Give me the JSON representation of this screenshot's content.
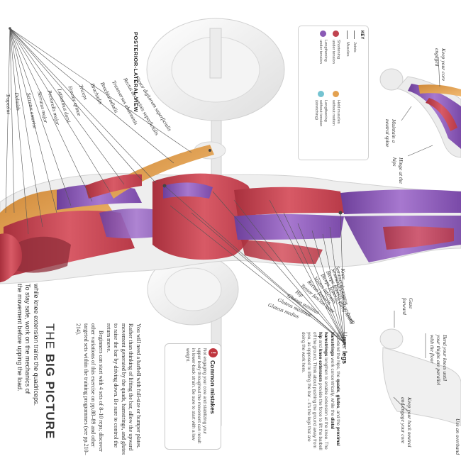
{
  "intro": {
    "lines": [
      "while knee extension trains the quadriceps.",
      "To stay safe, work on the mechanics of",
      "the movement before upping the load."
    ]
  },
  "big_picture": {
    "title_a": "THE ",
    "title_b": "BIG PICTURE",
    "paragraphs": [
      "You will need a barbell with full-size or bumper plates. Rather than thinking of lifting the bar, allow the upward movement generated by the quads, hamstrings, and glutes to raise the bar by driving down. Be sure to control the return move.",
      "Beginners can start with 4 sets of 8–10 reps; discover other variations of this exercise on pp.88–89 and other targeted sets within the training programmes (see pp.210–214)."
    ]
  },
  "common_mistakes": {
    "icon": "!",
    "title": "Common mistakes",
    "text": "Not engaging your core and stabilizing your upper body throughout the movement can result in lower-back strain. Be sure to start with a low weight."
  },
  "upper_legs": {
    "heading_a": "Upper ",
    "heading_b": "legs",
    "parts": [
      {
        "t": "To extend the hips, the ",
        "b": false
      },
      {
        "t": "quads",
        "b": true
      },
      {
        "t": ", ",
        "b": false
      },
      {
        "t": "glutes",
        "b": true
      },
      {
        "t": ", and the ",
        "b": false
      },
      {
        "t": "proximal hamstrings",
        "b": true
      },
      {
        "t": " work concentrically, while the ",
        "b": false
      },
      {
        "t": "distal hamstrings",
        "b": true
      },
      {
        "t": " lengthen to enable extension at the knee. The ",
        "b": false
      },
      {
        "t": "hip",
        "b": true
      },
      {
        "t": " and ",
        "b": false
      },
      {
        "t": "knee extensors",
        "b": true
      },
      {
        "t": " provide the force to lift the barbell off the ground. Think about pushing the ground away from you, as opposed to lifting the bar – it's the legs that are doing the work here.",
        "b": false
      }
    ]
  },
  "view_heading": "POSTERIOR-LATERAL VIEW",
  "key": {
    "title": "KEY",
    "joints": "Joints",
    "muscles": "Muscles",
    "items": [
      {
        "label_1": "Shortening",
        "label_2": "under tension",
        "color": "#c0434f"
      },
      {
        "label_1": "Lengthening",
        "label_2": "under tension",
        "color": "#8a5ab5"
      },
      {
        "label_1": "Held muscles",
        "label_2": "without motion",
        "color": "#e3a150"
      },
      {
        "label_1": "Lengthening",
        "label_2": "without tension",
        "label_3": "(stretching)",
        "color": "#74c3d1"
      }
    ]
  },
  "upper_labels": [
    "Trapezius",
    "Deltoids",
    "Serratus anterior",
    "Serratus major",
    "Pectoralis major",
    "Latissimus dorsi",
    "Erector spinae",
    "Triceps",
    "Brachialis",
    "Brachioradialis",
    "Transversus abdominis",
    "Rectus abdominis superficialis",
    "Flexor digitorum superficialis"
  ],
  "lower_labels": [
    "Gluteus medius",
    "Gluteus maximus",
    "Gluteus minimus",
    "Hip",
    "Tensor fasciae latae",
    "Rectus femoris",
    "Vastus lateralis",
    "Biceps femoris (long head)",
    "Biceps femoris (short head)",
    "Semitendinosus",
    "Semimembranosus",
    "Knee"
  ],
  "side_top": {
    "keep_core": "Keep your core engaged",
    "neutral_spine": "Maintain a neutral spine",
    "hinge": "Hinge at the hips"
  },
  "side_bottom": {
    "gaze": "Gaze forward",
    "bend_knees": "Bend your knees until your thighs are parallel with the floor",
    "overhand": "Use an overhand",
    "back_neutral": "Keep your back neutral and engage your core"
  },
  "colors": {
    "shortening": "#c0434f",
    "lengthening": "#8a5ab5",
    "held": "#e3a150",
    "stretch": "#74c3d1",
    "plate": "#f2f2f2"
  }
}
